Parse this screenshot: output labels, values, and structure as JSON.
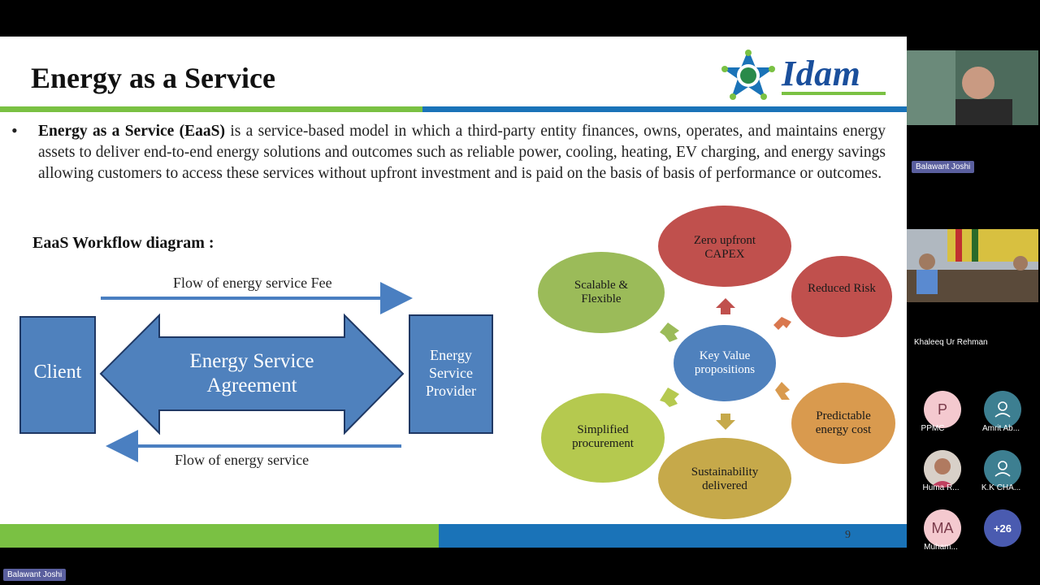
{
  "slide": {
    "title": "Energy as a Service",
    "logo_text": "Idam",
    "bullet_bold": "Energy as a Service (EaaS)",
    "bullet_rest": " is a service-based model in which a third-party entity finances, owns, operates, and maintains energy assets to deliver end-to-end energy solutions and outcomes such as reliable power, cooling, heating, EV charging, and energy savings allowing customers to access these services without upfront investment and is paid on the basis of basis of performance or outcomes.",
    "workflow_heading": "EaaS Workflow diagram :",
    "flow_fee_label": "Flow of energy service Fee",
    "flow_service_label": "Flow of energy service",
    "client_label": "Client",
    "agreement_label": "Energy Service Agreement",
    "provider_label": "Energy Service Provider",
    "center_label": "Key Value propositions",
    "value_props": [
      {
        "label": "Zero upfront CAPEX",
        "color": "#c0504d"
      },
      {
        "label": "Reduced Risk",
        "color": "#c0504d"
      },
      {
        "label": "Predictable energy cost",
        "color": "#d99a4e"
      },
      {
        "label": "Sustainability delivered",
        "color": "#c6a94a"
      },
      {
        "label": "Simplified procurement",
        "color": "#b5c94f"
      },
      {
        "label": "Scalable & Flexible",
        "color": "#9bbb59"
      }
    ],
    "page_number": "9"
  },
  "sidebar": {
    "speaker_name": "Balawant Joshi",
    "room_name": "Khaleeq Ur Rehman",
    "participants": [
      {
        "initials": "P",
        "name": "PPMC",
        "color": "#f4c9cf",
        "text_color": "#7a3a4a"
      },
      {
        "initials": "",
        "name": "Amrit Ab...",
        "color": "#3d7f91",
        "text_color": "#ffffff"
      },
      {
        "initials": "",
        "name": "Huma R...",
        "color": "#8a6a5a",
        "text_color": "#ffffff"
      },
      {
        "initials": "",
        "name": "K.K CHA...",
        "color": "#3d7f91",
        "text_color": "#ffffff"
      },
      {
        "initials": "MA",
        "name": "Muham...",
        "color": "#f4c9cf",
        "text_color": "#7a3a4a"
      },
      {
        "initials": "+26",
        "name": "",
        "color": "#4a5bb0",
        "text_color": "#ffffff"
      }
    ]
  },
  "footer": {
    "presenter_tag": "Balawant Joshi"
  }
}
